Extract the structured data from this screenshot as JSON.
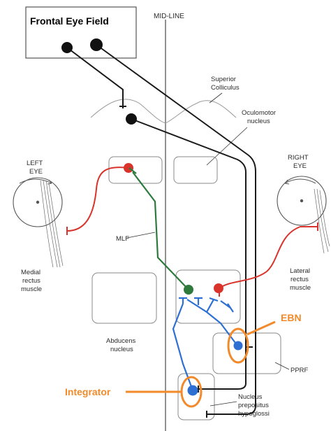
{
  "labels": {
    "frontal_eye_field": "Frontal Eye Field",
    "midline": "MID-LINE",
    "superior_colliculus": [
      "Superior",
      "Colliculus"
    ],
    "oculomotor_nucleus": [
      "Oculomotor",
      "nucleus"
    ],
    "left_eye": [
      "LEFT",
      "EYE"
    ],
    "right_eye": [
      "RIGHT",
      "EYE"
    ],
    "mlf": "MLF",
    "medial_rectus": [
      "Medial",
      "rectus",
      "muscle"
    ],
    "lateral_rectus": [
      "Lateral",
      "rectus",
      "muscle"
    ],
    "abducens_nucleus": [
      "Abducens",
      "nucleus"
    ],
    "ebn": "EBN",
    "pprf": "PPRF",
    "integrator": "Integrator",
    "nucleus_prepositus": [
      "Nucleus",
      "prepositus",
      "hypoglossi"
    ]
  },
  "colors": {
    "red_pathway": "#d8342c",
    "green_pathway": "#2e7a3c",
    "blue_pathway": "#2e6fd3",
    "black_pathway": "#1a1a1a",
    "highlight": "#f28a2b",
    "box_outline": "#8a8a8a"
  }
}
